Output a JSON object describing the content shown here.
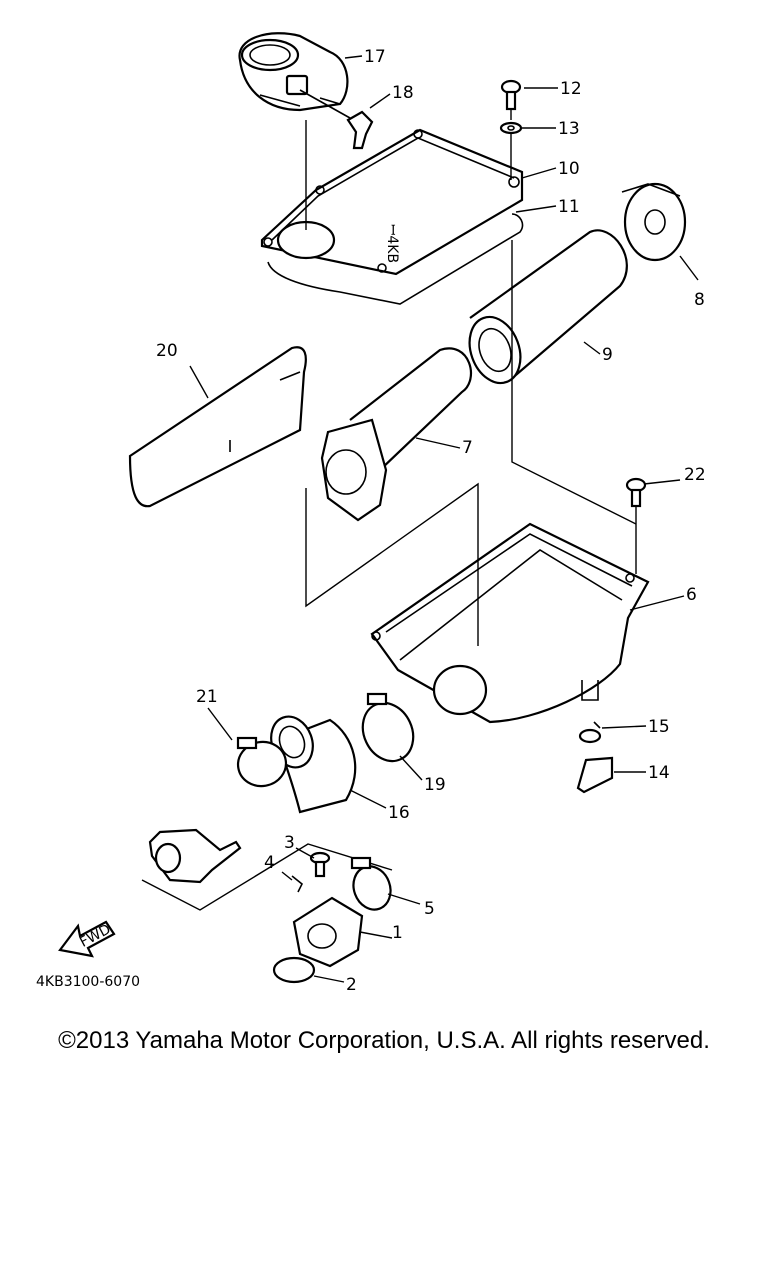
{
  "diagram": {
    "callouts": [
      "1",
      "2",
      "3",
      "4",
      "5",
      "6",
      "7",
      "8",
      "9",
      "10",
      "11",
      "12",
      "13",
      "14",
      "15",
      "16",
      "17",
      "18",
      "19",
      "20",
      "21",
      "22"
    ],
    "fwd_label": "FWD",
    "cover_marking": "ꟷ4KB",
    "drawing_code": "4KB3100-6070"
  },
  "footer": {
    "copyright": "©2013 Yamaha Motor Corporation, U.S.A. All rights reserved."
  }
}
